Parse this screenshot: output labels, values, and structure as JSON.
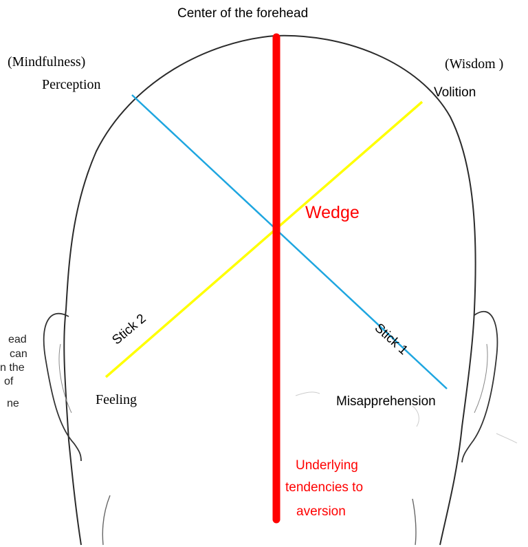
{
  "labels": {
    "top": "Center of the forehead",
    "mindfulness": "(Mindfulness)",
    "perception": "Perception",
    "wisdom": "(Wisdom )",
    "volition": "Volition",
    "wedge": "Wedge",
    "stick1": "Stick 1",
    "stick2": "Stick 2",
    "feeling": "Feeling",
    "misapprehension": "Misapprehension",
    "underlying1": "Underlying",
    "underlying2": "tendencies to",
    "underlying3": "aversion"
  },
  "left_cut_text": [
    "ead",
    "can",
    "n the",
    "of",
    "ne"
  ],
  "colors": {
    "wedge": "#ff0000",
    "stick1": "#1ea6e0",
    "stick2": "#ffff00",
    "outline": "#222222",
    "text_red": "#ff0000",
    "text_black": "#000000"
  }
}
